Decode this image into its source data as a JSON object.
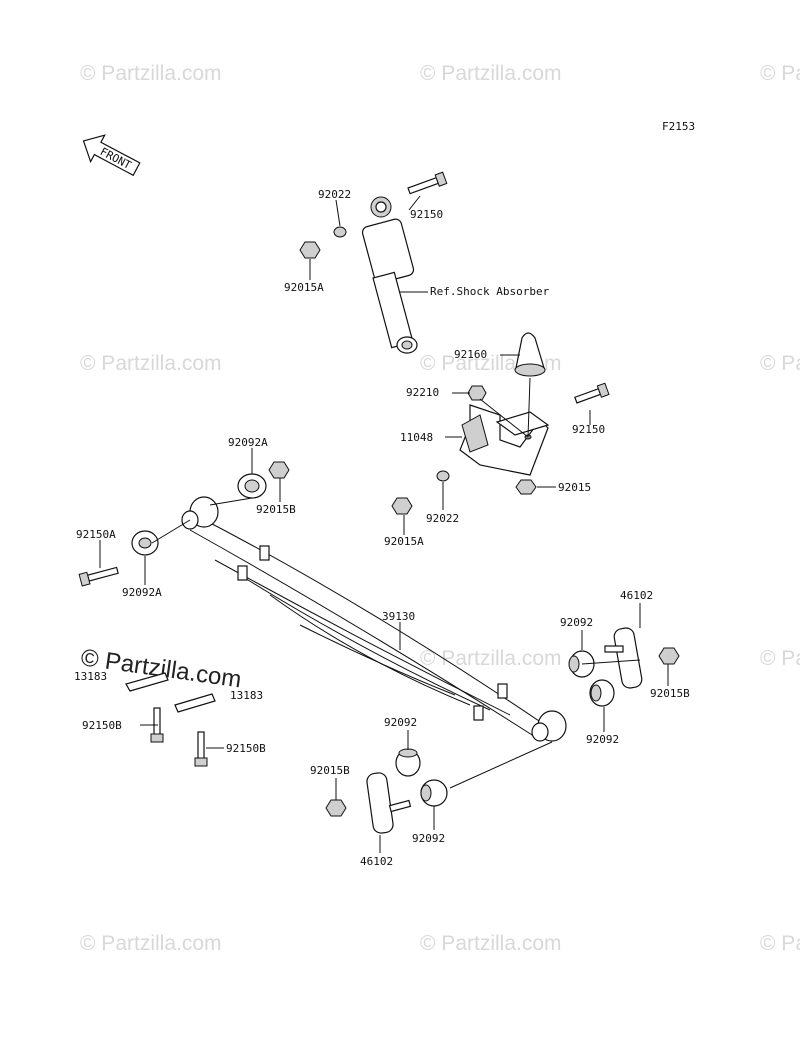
{
  "figure_code": "F2153",
  "front_label": "FRONT",
  "watermark_text": "© Partzilla.com",
  "ref_text": "Ref.Shock Absorber",
  "labels": {
    "l92022_top": "92022",
    "l92150_top": "92150",
    "l92015A_top": "92015A",
    "l92160": "92160",
    "l92210": "92210",
    "l11048": "11048",
    "l92150_right": "92150",
    "l92022_mid": "92022",
    "l92015_mid": "92015",
    "l92015A_mid": "92015A",
    "l92092A_top": "92092A",
    "l92015B_left": "92015B",
    "l92150A": "92150A",
    "l92092A_bot": "92092A",
    "l39130": "39130",
    "l46102_right": "46102",
    "l92092_right1": "92092",
    "l92015B_right": "92015B",
    "l92092_right2": "92092",
    "l13183_a": "13183",
    "l13183_b": "13183",
    "l92150B_a": "92150B",
    "l92150B_b": "92150B",
    "l92092_lower1": "92092",
    "l92015B_lower": "92015B",
    "l92092_lower2": "92092",
    "l46102_lower": "46102"
  },
  "colors": {
    "line": "#111111",
    "watermark": "#d8d8d8",
    "shade": "#cfcfcf"
  }
}
